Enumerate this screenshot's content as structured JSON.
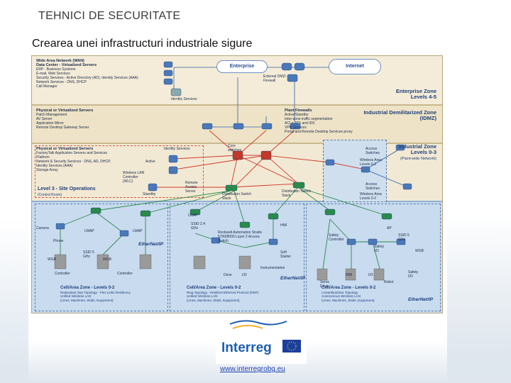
{
  "header": {
    "title": "TEHNICI DE SECURITATE",
    "subtitle": "Crearea unei infrastructuri industriale sigure"
  },
  "diagram": {
    "wan_title": "Wide Area Network (WAN)",
    "dc_title": "Data Center - Virtualized Servers",
    "dc_items": [
      "ERP - Business Systems",
      "E-mail, Web Services",
      "Security Services - Active Directory (AD), Identity Services (AAA)",
      "Network Services - DNS, DHCP",
      "Call Manager"
    ],
    "enterprise_cloud": "Enterprise",
    "internet_cloud": "Internet",
    "ext_dmz": "External DMZ/ Firewall",
    "identity_services_top": "Identity Services",
    "enterprise_zone": "Enterprise Zone",
    "enterprise_levels": "Levels 4-5",
    "phys_servers_title": "Physical or Virtualized Servers",
    "phys_servers_items": [
      "Patch Management",
      "AV Server",
      "Application Mirror",
      "Remote Desktop Gateway Server"
    ],
    "plant_firewalls_title": "Plant Firewalls",
    "plant_firewalls_items": [
      "Active/Standby",
      "Inter-zone traffic segmentation",
      "ACLs, IPS and IDS",
      "VPN Services",
      "Portal and Remote Desktop Services proxy"
    ],
    "idmz_zone": "Industrial Demilitarized Zone",
    "idmz_abbr": "(IDMZ)",
    "phys_servers2_title": "Physical or Virtualized Servers",
    "phys_servers2_items": [
      "FactoryTalk Application Servers and Services Platform",
      "Network & Security Services - DNS, AD, DHCP, Identity Services (AAA)",
      "Storage Array"
    ],
    "identity_services_mid": "Identity Services",
    "core_switches": "Core switches",
    "active": "Active",
    "standby": "Standby",
    "wlc": "Wireless LAN Controller (WLC)",
    "remote_access": "Remote Access Server",
    "dist_switch_stack": "Distribution Switch Stack",
    "dist_switch_stack2": "Distribution Switch Stack",
    "access_switches_1": "Access Switches",
    "access_switches_2": "Access Switches",
    "industrial_zone": "Industrial Zone",
    "industrial_levels": "Levels 0-3",
    "plant_wide": "(Plant-wide Network)",
    "wireless_levels_1": "Wireless Area Levels 0-2",
    "wireless_levels_2": "Wireless Area Levels 0-2",
    "site_ops_title": "Level 3 - Site Operations",
    "site_ops_sub": "(Control Room)",
    "camera": "Camera",
    "phone": "Phone",
    "lwap_1": "LWAP",
    "lwap_2": "LWAP",
    "lwap_3": "LWAP",
    "ssid_1": "SSID 5 GHz",
    "ssid_2": "SSID 2.4 GHz",
    "ssid_3": "SSID 5 GHz",
    "wgb_1": "WGB",
    "wgb_2": "WGB",
    "wgb_3": "WGB",
    "controller_1": "Controller",
    "controller_2": "Controller",
    "hmi_1": "HMI",
    "hmi_2": "HMI",
    "ap": "AP",
    "rockwell": "Rockwell Automation Stratix 5700/8000 Layer 2 Access Switch",
    "soft_starter": "Soft Starter",
    "instrumentation": "Instrumentation",
    "drive": "Drive",
    "io_1": "I/O",
    "io_2": "I/O",
    "safety_controller": "Safety Controller",
    "safety_io_1": "Safety I/O",
    "safety_io_2": "Safety I/O",
    "servo_drive": "Servo Drive",
    "robot": "Robot",
    "ethernetip_1": "EtherNet/IP",
    "ethernetip_2": "EtherNet/IP",
    "ethernetip_3": "EtherNet/IP",
    "cell1_title": "Cell/Area Zone - Levels 0-2",
    "cell1_sub": [
      "Redundant Star Topology - Flex Links Resiliency",
      "Unified Wireless LAN",
      "(Lines, Machines, Skids, Equipment)"
    ],
    "cell2_title": "Cell/Area Zone - Levels 0-2",
    "cell2_sub": [
      "Ring Topology - Resilient Ethernet Protocol (REP)",
      "Unified Wireless LAN",
      "(Lines, Machines, Skids, Equipment)"
    ],
    "cell3_title": "Cell/Area Zone - Levels 0-2",
    "cell3_sub": [
      "Linear/Bus/Star Topology",
      "Autonomous Wireless LAN",
      "(Lines, Machines, Skids, Equipment)"
    ]
  },
  "footer": {
    "logo_name": "Interreg",
    "url": "www.interregrobg.eu"
  },
  "colors": {
    "enterprise_bg": "#f4ecd8",
    "cell_bg": "#c9dbef",
    "link_red": "#d0392b",
    "link_blue": "#2f5fa8",
    "zone_text": "#1d3e7a"
  }
}
